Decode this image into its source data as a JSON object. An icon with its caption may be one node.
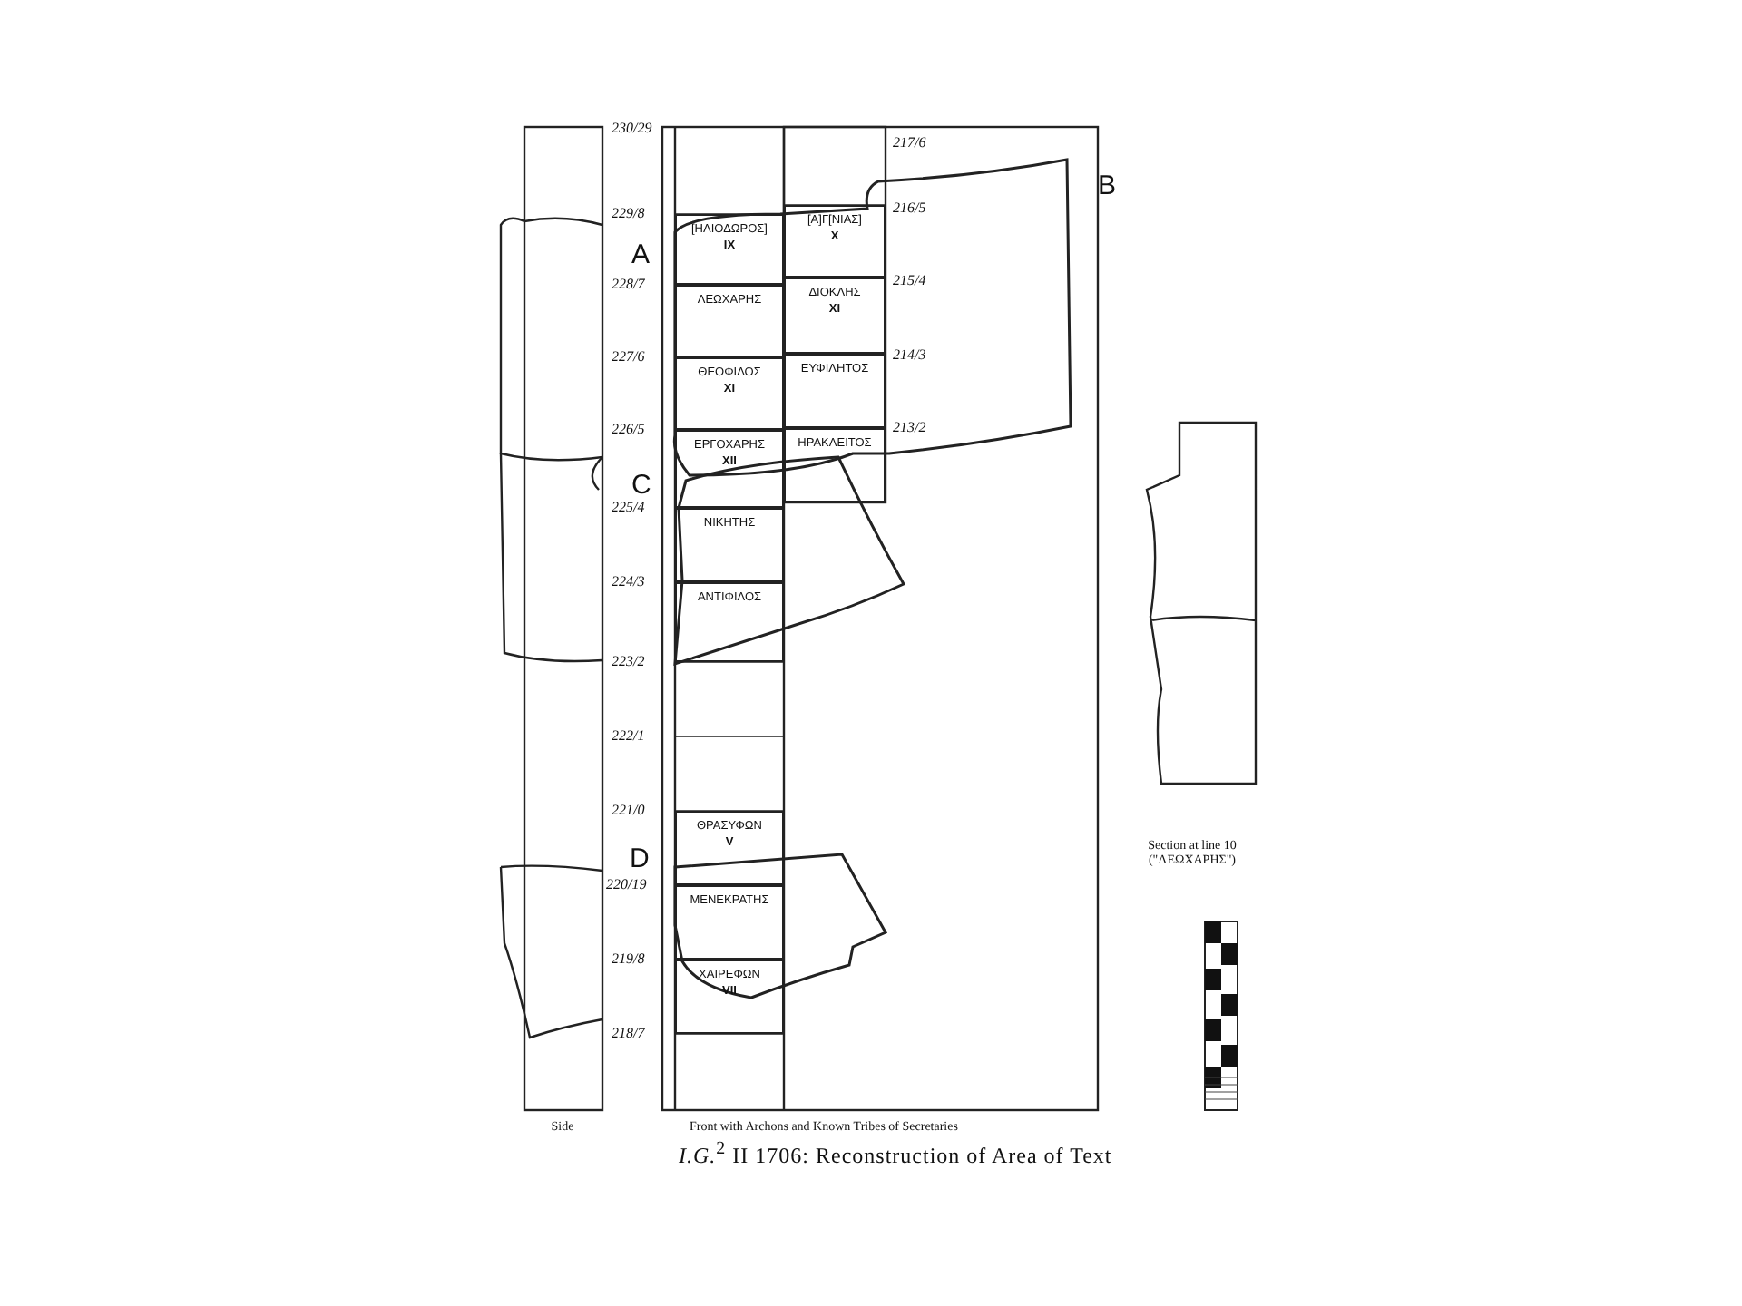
{
  "diagram": {
    "caption": "*I.G.*$^{2}$ II 1706: Reconstruction of Area of Text",
    "nodes": [
      {
        "text": [
          "[ΗΛΙΟΔΩΡΟΣ]",
          "IX"
        ]
      },
      {
        "text": [
          "[Α]Γ[ΝΙΑΣ]",
          "X"
        ]
      },
      {
        "text": [
          "ΛΕΩΧΑΡΗΣ"
        ]
      },
      {
        "text": [
          "ΔΙΟΚΛΗΣ",
          "XI"
        ]
      },
      {
        "text": [
          "ΘΕΟΦΙΛΟΣ",
          "XI"
        ]
      },
      {
        "text": [
          "ΕΥΦΙΛΗΤΟΣ"
        ]
      },
      {
        "text": [
          "ΕΡΓΟΧΑΡΗΣ",
          "XII"
        ]
      },
      {
        "text": [
          "ΗΡΑΚΛΕΙΤΟΣ"
        ]
      },
      {
        "text": [
          "ΝΙΚΗΤΗΣ"
        ]
      },
      {
        "text": [
          "ΑΝΤΙΦΙΛΟΣ"
        ]
      },
      {
        "text": [
          "ΘΡΑΣΥΦΩΝ",
          "V"
        ]
      },
      {
        "text": [
          "ΜΕΝΕΚΡΑΤΗΣ"
        ]
      },
      {
        "text": [
          "ΧΑΙΡΕΦΩΝ",
          "VII"
        ]
      }
    ],
    "labels": [
      "230/29",
      "217/6",
      "229/8",
      "216/5",
      "A",
      "B",
      "228/7",
      "215/4",
      "227/6",
      "214/3",
      "226/5",
      "213/2",
      "C",
      "225/4",
      "224/3",
      "223/2",
      "222/1",
      "221/0",
      "D",
      "220/19",
      "219/8",
      "218/7",
      "Section at line 10 (\"ΛΕΩΧΑΡΗΣ\")",
      "Side",
      "Front with Archons and Known Tribes of Secretaries"
    ]
  }
}
